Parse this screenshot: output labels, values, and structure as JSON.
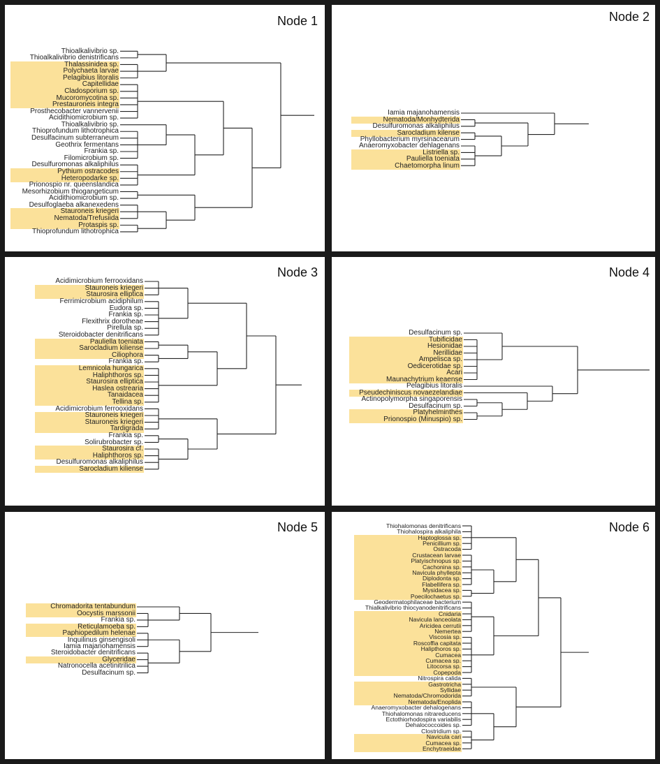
{
  "panels": [
    {
      "title": "Node 1",
      "labels": [
        {
          "name": "Thioalkalivibrio sp.",
          "highlighted": false
        },
        {
          "name": "Thioalkalivibrio denistrificans",
          "highlighted": false
        },
        {
          "name": "Thalassinidea sp.",
          "highlighted": true
        },
        {
          "name": "Polychaeta larvae",
          "highlighted": true
        },
        {
          "name": "Pelagibius litoralis",
          "highlighted": true
        },
        {
          "name": "Capitellidae",
          "highlighted": true
        },
        {
          "name": "Cladosporium sp.",
          "highlighted": true
        },
        {
          "name": "Mucoromycotina sp.",
          "highlighted": true
        },
        {
          "name": "Prestauroneis integra",
          "highlighted": true
        },
        {
          "name": "Prosthecobacter vannervenii",
          "highlighted": false
        },
        {
          "name": "Acidithiomicrobium sp.",
          "highlighted": false
        },
        {
          "name": "Thioalkalivibrio sp.",
          "highlighted": false
        },
        {
          "name": "Thioprofundum lithotrophica",
          "highlighted": false
        },
        {
          "name": "Desulfacinum subterraneum",
          "highlighted": false
        },
        {
          "name": "Geothrix fermentans",
          "highlighted": false
        },
        {
          "name": "Frankia sp.",
          "highlighted": false
        },
        {
          "name": "Filomicrobium sp.",
          "highlighted": false
        },
        {
          "name": "Desulfuromonas alkaliphilus",
          "highlighted": false
        },
        {
          "name": "Pythium ostracodes",
          "highlighted": true
        },
        {
          "name": "Heteropodarke sp.",
          "highlighted": true
        },
        {
          "name": "Prionospio nr. queenslandica",
          "highlighted": false
        },
        {
          "name": "Mesorhizobium thiogangeticum",
          "highlighted": false
        },
        {
          "name": "Acidithiomicrobium sp.",
          "highlighted": false
        },
        {
          "name": "Desulfoglaeba alkanexedens",
          "highlighted": false
        },
        {
          "name": "Stauroneis kriegeri",
          "highlighted": true
        },
        {
          "name": "Nematoda/Trefusiida",
          "highlighted": true
        },
        {
          "name": "Protaspis sp.",
          "highlighted": true
        },
        {
          "name": "Thioprofundum lithotrophica",
          "highlighted": false
        }
      ],
      "tree": [
        [
          [
            0,
            1
          ],
          [
            2,
            3,
            4
          ]
        ],
        [
          [
            [
              5,
              6,
              7,
              8,
              9,
              10
            ],
            [
              [
                11,
                [
                  12,
                  13,
                  14,
                  15,
                  16
                ]
              ],
              [
                17,
                18,
                19,
                20
              ]
            ]
          ],
          [
            [
              21,
              22
            ],
            [
              [
                23,
                24,
                25
              ],
              [
                26,
                27
              ]
            ]
          ]
        ]
      ]
    },
    {
      "title": "Node 2",
      "labels": [
        {
          "name": "Iamia majanohamensis",
          "highlighted": false
        },
        {
          "name": "Nematoda/Monhydterida",
          "highlighted": true
        },
        {
          "name": "Desulfuromonas alkaliphilus",
          "highlighted": false
        },
        {
          "name": "Sarocladium kilense",
          "highlighted": true
        },
        {
          "name": "Phyllobacterium myrsinacearum",
          "highlighted": false
        },
        {
          "name": "Anaeromyxobacter dehlagenans",
          "highlighted": false
        },
        {
          "name": "Listriella sp.",
          "highlighted": true
        },
        {
          "name": "Pauliella toeniata",
          "highlighted": true
        },
        {
          "name": "Chaetomorpha linum",
          "highlighted": true
        }
      ],
      "tree": [
        0,
        [
          [
            1,
            2
          ],
          [
            [
              3,
              4
            ],
            [
              5,
              6,
              7,
              8
            ]
          ]
        ]
      ]
    },
    {
      "title": "Node 3",
      "labels": [
        {
          "name": "Acidimicrobium ferrooxidans",
          "highlighted": false
        },
        {
          "name": "Stauroneis kriegeri",
          "highlighted": true
        },
        {
          "name": "Staurosira elliptica",
          "highlighted": true
        },
        {
          "name": "Ferrimicrobium acidiphilum",
          "highlighted": false
        },
        {
          "name": "Eudora sp.",
          "highlighted": false
        },
        {
          "name": "Frankia sp.",
          "highlighted": false
        },
        {
          "name": "Flexithrix dorotheae",
          "highlighted": false
        },
        {
          "name": "Pirellula sp.",
          "highlighted": false
        },
        {
          "name": "Steroidobacter denitrificans",
          "highlighted": false
        },
        {
          "name": "Pauliella toeniata",
          "highlighted": true
        },
        {
          "name": "Sarocladium kiliense",
          "highlighted": true
        },
        {
          "name": "Ciliophora",
          "highlighted": true
        },
        {
          "name": "Frankia sp.",
          "highlighted": false
        },
        {
          "name": "Lemnicola hungarica",
          "highlighted": true
        },
        {
          "name": "Haliphthoros sp.",
          "highlighted": true
        },
        {
          "name": "Staurosira elliptica",
          "highlighted": true
        },
        {
          "name": "Haslea ostrearia",
          "highlighted": true
        },
        {
          "name": "Tanaidacea",
          "highlighted": true
        },
        {
          "name": "Tellina sp.",
          "highlighted": true
        },
        {
          "name": "Acidimicrobium ferrooxidans",
          "highlighted": false
        },
        {
          "name": "Stauroneis kriegeri",
          "highlighted": true
        },
        {
          "name": "Stauroneis kriegeri",
          "highlighted": true
        },
        {
          "name": "Tardigrada",
          "highlighted": true
        },
        {
          "name": "Frankia sp.",
          "highlighted": false
        },
        {
          "name": "Solirubrobacter sp.",
          "highlighted": false
        },
        {
          "name": "Staurosira cf.",
          "highlighted": true
        },
        {
          "name": "Haliphthoros sp.",
          "highlighted": true
        },
        {
          "name": "Desulfuromonas alkaliphilus",
          "highlighted": false
        },
        {
          "name": "Sarocladium kiliense",
          "highlighted": true
        }
      ],
      "tree": [
        [
          [
            [
              0,
              1,
              2
            ],
            [
              3,
              4,
              5,
              6,
              7,
              8
            ]
          ],
          [
            [
              [
                9,
                10
              ],
              [
                11,
                12
              ]
            ],
            [
              13,
              14,
              15,
              16,
              17,
              18
            ]
          ]
        ],
        [
          [
            19,
            20,
            21,
            22
          ],
          [
            [
              23,
              24
            ],
            [
              25,
              26,
              27,
              28
            ]
          ]
        ]
      ]
    },
    {
      "title": "Node 4",
      "labels": [
        {
          "name": "Desulfacinum sp.",
          "highlighted": false
        },
        {
          "name": "Tubificidae",
          "highlighted": true
        },
        {
          "name": "Hesionidae",
          "highlighted": true
        },
        {
          "name": "Nerillidae",
          "highlighted": true
        },
        {
          "name": "Ampelisca sp.",
          "highlighted": true
        },
        {
          "name": "Oedicerotidae sp.",
          "highlighted": true
        },
        {
          "name": "Acari",
          "highlighted": true
        },
        {
          "name": "Maunachytrium keaense",
          "highlighted": true
        },
        {
          "name": "Pelagibius litoralis",
          "highlighted": false
        },
        {
          "name": "Pseudechiniscus novaezelandiae",
          "highlighted": true
        },
        {
          "name": "Actinopolymorpha singaporensis",
          "highlighted": false
        },
        {
          "name": "Desulfacinum sp.",
          "highlighted": false
        },
        {
          "name": "Platyhelminthes",
          "highlighted": true
        },
        {
          "name": "Prionospio (Minuspio) sp.",
          "highlighted": true
        }
      ],
      "tree": [
        [
          0,
          [
            1,
            2,
            3,
            4,
            5,
            6,
            7
          ]
        ],
        [
          8,
          [
            9,
            [
              [
                10,
                11
              ],
              [
                12,
                13
              ]
            ]
          ]
        ]
      ]
    },
    {
      "title": "Node 5",
      "labels": [
        {
          "name": "Chromadorita tentabundum",
          "highlighted": true
        },
        {
          "name": "Oocystis marssonii",
          "highlighted": true
        },
        {
          "name": "Frankia sp.",
          "highlighted": false
        },
        {
          "name": "Reticulamoeba sp.",
          "highlighted": true
        },
        {
          "name": "Paphiopedilum helenae",
          "highlighted": true
        },
        {
          "name": "Inquilinus ginsengisoli",
          "highlighted": false
        },
        {
          "name": "Iamia majanohamensis",
          "highlighted": false
        },
        {
          "name": "Steroidobacter denitrificans",
          "highlighted": false
        },
        {
          "name": "Glyceridae",
          "highlighted": true
        },
        {
          "name": "Natronocella acetinitrilica",
          "highlighted": false
        },
        {
          "name": "Desulfacinum sp.",
          "highlighted": false
        }
      ],
      "tree": [
        [
          0,
          [
            1,
            2,
            3
          ]
        ],
        [
          [
            4,
            5,
            6
          ],
          [
            7,
            8,
            9,
            10
          ]
        ]
      ]
    },
    {
      "title": "Node 6",
      "labels": [
        {
          "name": "Thiohalomonas denitrificans",
          "highlighted": false
        },
        {
          "name": "Thiohalospira alkaliphila",
          "highlighted": false
        },
        {
          "name": "Haptoglossa sp.",
          "highlighted": true
        },
        {
          "name": "Penicillium sp.",
          "highlighted": true
        },
        {
          "name": "Ostracoda",
          "highlighted": true
        },
        {
          "name": "Crustacean larvae",
          "highlighted": true
        },
        {
          "name": "Platyischnopus sp.",
          "highlighted": true
        },
        {
          "name": "Cachonina sp.",
          "highlighted": true
        },
        {
          "name": "Navicula phyllepta",
          "highlighted": true
        },
        {
          "name": "Diplodonta sp.",
          "highlighted": true
        },
        {
          "name": "Flabellifera sp.",
          "highlighted": true
        },
        {
          "name": "Mysidacea sp.",
          "highlighted": true
        },
        {
          "name": "Poecilochaetus sp.",
          "highlighted": true
        },
        {
          "name": "Geodermatophilaceae bacterium",
          "highlighted": false
        },
        {
          "name": "Thialkalivibrio thiocyanodenitrificans",
          "highlighted": false
        },
        {
          "name": "Cnidaria",
          "highlighted": true
        },
        {
          "name": "Navicula lanceolata",
          "highlighted": true
        },
        {
          "name": "Aricidea cerrutii",
          "highlighted": true
        },
        {
          "name": "Nemertea",
          "highlighted": true
        },
        {
          "name": "Viscosia sp.",
          "highlighted": true
        },
        {
          "name": "Roscoffia capitata",
          "highlighted": true
        },
        {
          "name": "Halipthoros sp.",
          "highlighted": true
        },
        {
          "name": "Cumacea",
          "highlighted": true
        },
        {
          "name": "Cumacea sp.",
          "highlighted": true
        },
        {
          "name": "Litocorsa sp.",
          "highlighted": true
        },
        {
          "name": "Copepoda",
          "highlighted": true
        },
        {
          "name": "Nitrospira calida",
          "highlighted": false
        },
        {
          "name": "Gastrotricha",
          "highlighted": true
        },
        {
          "name": "Syllidae",
          "highlighted": true
        },
        {
          "name": "Nematoda/Chromodorida",
          "highlighted": true
        },
        {
          "name": "Nematoda/Enoplida",
          "highlighted": true
        },
        {
          "name": "Anaeromyxobacter dehalogenans",
          "highlighted": false
        },
        {
          "name": "Thiohalomonas nitrareducens",
          "highlighted": false
        },
        {
          "name": "Ectothiorhodospira variabilis",
          "highlighted": false
        },
        {
          "name": "Dehalococcoides sp.",
          "highlighted": false
        },
        {
          "name": "Clostridium sp.",
          "highlighted": false
        },
        {
          "name": "Navicula cari",
          "highlighted": true
        },
        {
          "name": "Cumacea sp.",
          "highlighted": true
        },
        {
          "name": "Enchytraeidae",
          "highlighted": true
        }
      ],
      "tree": [
        [
          [
            [
              0,
              1,
              2,
              3,
              4
            ],
            [
              [
                5,
                6,
                7,
                8,
                9,
                10
              ],
              [
                11,
                12
              ]
            ]
          ],
          [
            [
              13,
              14,
              15,
              16,
              17,
              18
            ],
            [
              19,
              20,
              21,
              22,
              23,
              24,
              25
            ]
          ]
        ],
        [
          [
            26,
            27,
            28,
            29
          ],
          [
            [
              30,
              31,
              32,
              33,
              34
            ],
            [
              35,
              36,
              37,
              38
            ]
          ]
        ]
      ]
    }
  ],
  "colors": {
    "highlight": "#fbe19a",
    "line": "#222222",
    "frame": "#1a1a1a"
  }
}
